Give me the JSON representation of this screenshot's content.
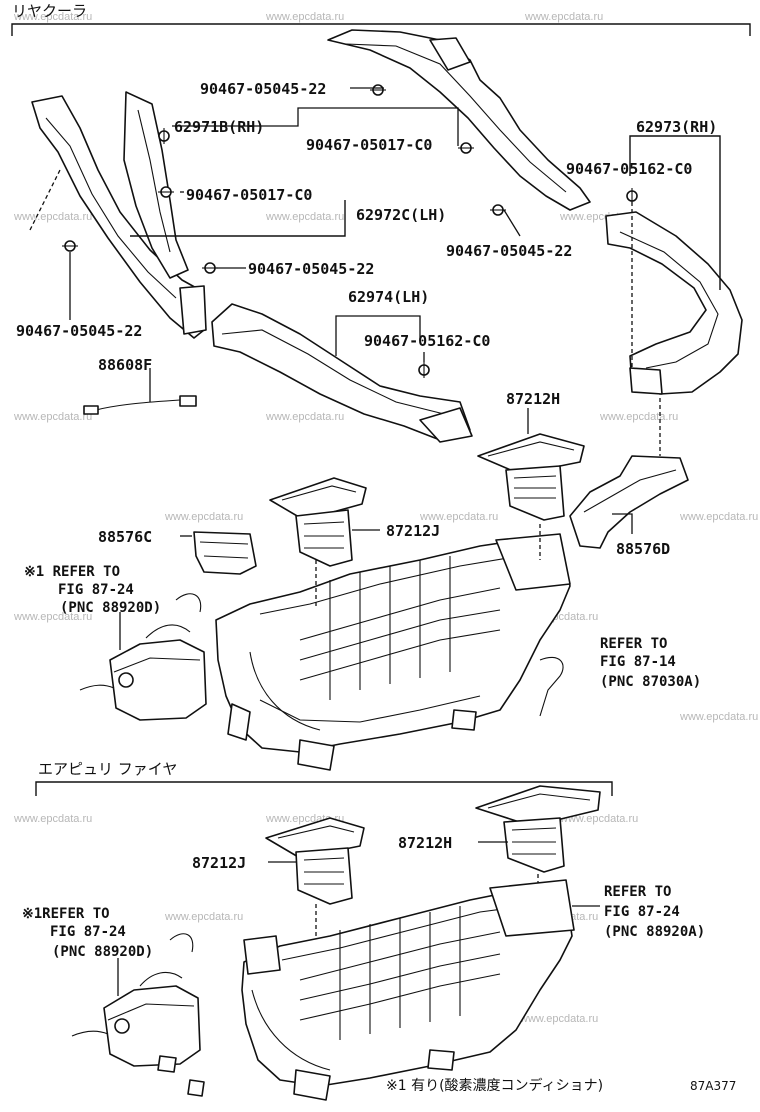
{
  "sections": {
    "rear_cooler": "リヤクーラ",
    "air_purifier": "エアピュリ ファイヤ"
  },
  "parts": {
    "p62971b": "62971B(RH)",
    "p62972c": "62972C(LH)",
    "p62973": "62973(RH)",
    "p62974": "62974(LH)",
    "p88608f": "88608F",
    "p87212h_top": "87212H",
    "p87212j_top": "87212J",
    "p88576c": "88576C",
    "p88576d": "88576D",
    "p87212h_bottom": "87212H",
    "p87212j_bottom": "87212J"
  },
  "bolts": {
    "b1": "90467-05045-22",
    "b2": "90467-05017-C0",
    "b3": "90467-05017-C0",
    "b4": "90467-05045-22",
    "b5": "90467-05045-22",
    "b6": "90467-05162-C0",
    "b7": "90467-05045-22",
    "b8": "90467-05162-C0"
  },
  "refs": {
    "ref1": [
      "※1 REFER TO",
      "FIG 87-24",
      "(PNC 88920D)"
    ],
    "ref2": [
      "REFER TO",
      "FIG 87-14",
      "(PNC 87030A)"
    ],
    "ref3": [
      "※1REFER TO",
      "FIG 87-24",
      "(PNC 88920D)"
    ],
    "ref4": [
      "REFER TO",
      "FIG 87-24",
      "(PNC 88920A)"
    ]
  },
  "footnote": "※1 有り(酸素濃度コンディショナ)",
  "figure_id": "87A377",
  "watermark": "www.epcdata.ru"
}
